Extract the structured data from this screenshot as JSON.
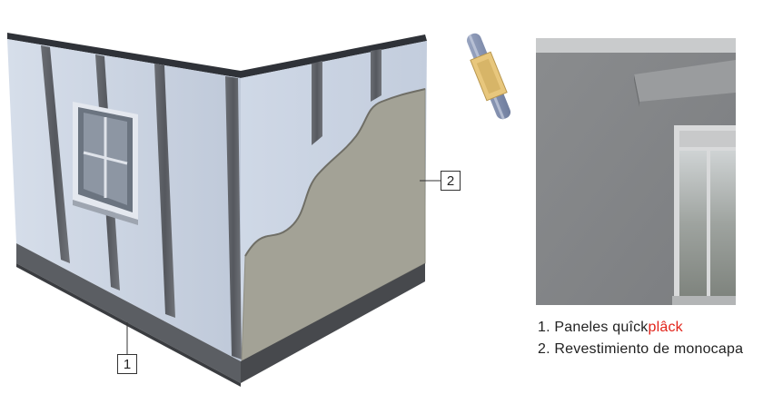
{
  "callouts": {
    "one": "1",
    "two": "2"
  },
  "legend": {
    "item1_prefix": "1. Paneles quîck",
    "item1_brand": "plâck",
    "item2": "2. Revestimiento de monocapa"
  },
  "colors": {
    "panel": "#c9d3e3",
    "stud": "#5f6268",
    "render": "#a4a397",
    "base": "#55585d",
    "brand_red": "#e2231a"
  },
  "icons": {
    "fixing": "anchor-fixing-icon"
  }
}
